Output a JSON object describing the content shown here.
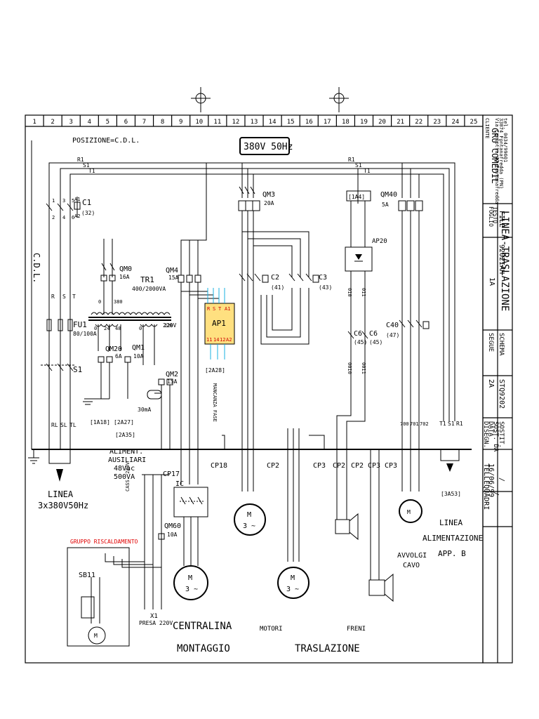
{
  "grid_columns": [
    "1",
    "2",
    "3",
    "4",
    "5",
    "6",
    "7",
    "8",
    "9",
    "10",
    "11",
    "12",
    "13",
    "14",
    "15",
    "16",
    "17",
    "18",
    "19",
    "20",
    "21",
    "22",
    "23",
    "24",
    "25"
  ],
  "header": {
    "posizione": "POSIZIONE=C.D.L.",
    "supply": "380V 50Hz",
    "bus_labels": [
      "R1",
      "S1",
      "T1",
      "R1",
      "S1",
      "T1"
    ]
  },
  "left_block": {
    "cdl": "C.D.L.",
    "rst": [
      "R",
      "S",
      "T"
    ],
    "fu1": "FU1",
    "fu1_rating": "80/100A",
    "s1": "S1",
    "out_labels": [
      "RL",
      "SL",
      "TL"
    ],
    "linea": "LINEA",
    "linea_spec": "3x380V50Hz",
    "c1": "C1",
    "c1_ref": "(32)",
    "c1_pins": [
      "1",
      "3",
      "5",
      "A1",
      "2",
      "4",
      "6",
      "A2"
    ]
  },
  "aux": {
    "qm0": "QM0",
    "qm0_rating": "16A",
    "tr1": "TR1",
    "tr1_rating": "400/2000VA",
    "qm20": "QM20",
    "qm20_rating": "6A",
    "qm1": "QM1",
    "qm1_rating": "10A",
    "qm2": "QM2",
    "qm2_rating": "15A",
    "ma30": "30mA",
    "v220": "220V",
    "tap_labels": [
      "0",
      "380",
      "0",
      "24",
      "48",
      "0",
      "220"
    ],
    "refs": [
      "[1A18]",
      "[2A27]",
      "[2A35]"
    ],
    "aliment": [
      "ALIMENT.",
      "AUSILIARI",
      "48Vac",
      "500VA"
    ],
    "cp17": "CP17",
    "cassette": "CASS. 220V",
    "qm60": "QM60",
    "qm60_rating": "10A",
    "gruppo": "GRUPPO RISCALDAMENTO",
    "sb11": "SB11",
    "x1": "X1",
    "presa": "PRESA 220V"
  },
  "centralina": {
    "qm4": "QM4",
    "qm4_rating": "15A",
    "ap1": "AP1",
    "ap1_pins_top": [
      "R",
      "S",
      "T",
      "A1"
    ],
    "ap1_pins_bottom": [
      "11",
      "14",
      "12",
      "A2"
    ],
    "mancanza": "MANCANZA FASE",
    "ref_2a28": "[2A28]",
    "cp18": "CP18",
    "ic": "IC",
    "motor_m": "M",
    "motor_3": "3 ~",
    "title1": "CENTRALINA",
    "title2": "MONTAGGIO"
  },
  "motori": {
    "qm3": "QM3",
    "qm3_rating": "20A",
    "c2": "C2",
    "c2_ref": "(41)",
    "c3": "C3",
    "c3_ref": "(43)",
    "cp2": "CP2",
    "cp3": "CP3",
    "label": "MOTORI"
  },
  "freni": {
    "ref_1a4": "[1A4]",
    "ap20": "AP20",
    "c6": "C6",
    "c6_ref": "(45)",
    "wires": [
      "010",
      "011",
      "0010",
      "0011"
    ],
    "label": "FRENI",
    "traslazione": "TRASLAZIONE"
  },
  "avvolgi": {
    "qm40": "QM40",
    "qm40_rating": "5A",
    "c40": "C40",
    "c40_ref": "(47)",
    "wires": [
      "700",
      "701",
      "702"
    ],
    "label1": "AVVOLGI",
    "label2": "CAVO"
  },
  "linea_app": {
    "outs": [
      "T1",
      "S1",
      "R1"
    ],
    "ref": "[3A53]",
    "text1": "LINEA",
    "text2": "ALIMENTAZIONE",
    "text3": "APP. B"
  },
  "title_block": {
    "client_label": "CLIENTE",
    "client": "GRU COMEDIL",
    "client_addr1": "Via Carlotta 47 Fontanafredda",
    "client_addr2": "33074 Fontanafredda (PN)",
    "client_tel": "tel. 0434/99601",
    "file_label": "FILE",
    "file": "9202IAH",
    "foglio_label": "FOGLIO",
    "foglio": "1A",
    "schema_label": "SCHEMA",
    "schema": "STQ9202",
    "segue_label": "SEGUE",
    "segue": "2A",
    "sostit_label": "SOSTIT.",
    "sostit": "/",
    "sost_da_label": "SOST. DA",
    "sost_da": "/",
    "data_label": "DATA",
    "data": "16/06/99",
    "disegn_label": "DISEGN.",
    "disegn": "TELLEQUADRI",
    "testo_label": "TESTO",
    "testo": "LINEA-TRASLAZIONE"
  }
}
